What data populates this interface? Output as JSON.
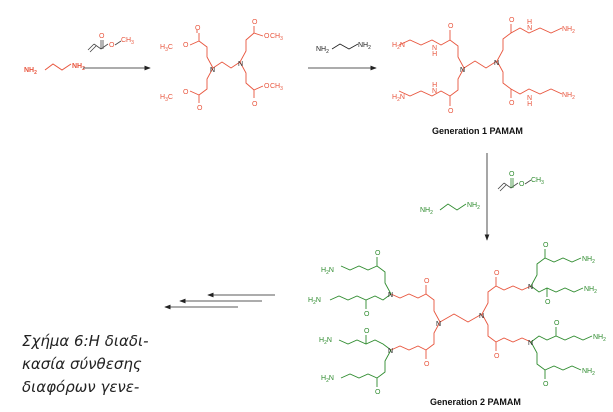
{
  "reagents": {
    "ethylenediamine_left": "NH",
    "ethylenediamine_right": "NH",
    "ethylenediamine_sub": "2",
    "methyl_label": "CH",
    "methyl_sub": "3",
    "oxygen": "O",
    "nitrogen": "N",
    "amide_h": "H",
    "h3c_prefix": "H",
    "h3c_sub": "3",
    "h3c_suffix": "C"
  },
  "labels": {
    "generation1": "Generation 1 PAMAM",
    "generation2": "Generation 2 PAMAM"
  },
  "caption": {
    "line1": "Σχήμα 6:Η διαδι-",
    "line2": "κασία σύνθεσης",
    "line3": "διαφόρων γενε-"
  },
  "colors": {
    "red": "#e8553d",
    "green": "#2e8b2e",
    "black": "#222222"
  }
}
